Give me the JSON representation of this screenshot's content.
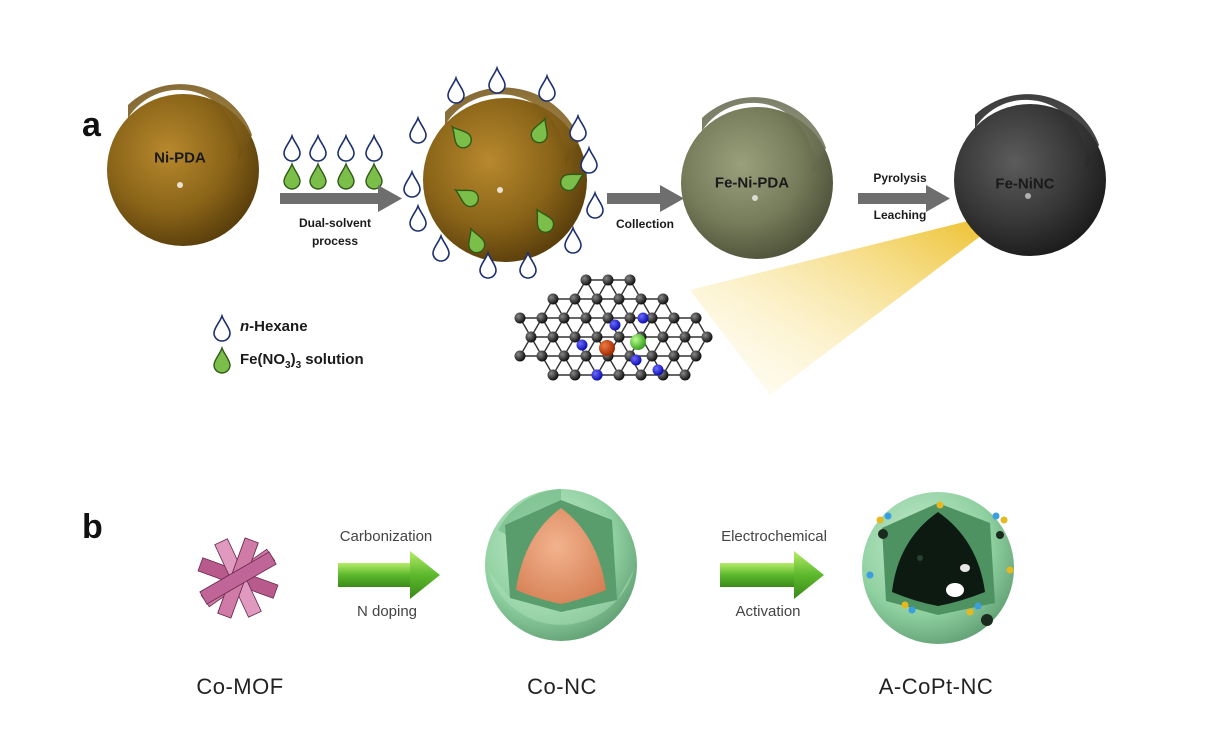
{
  "panel_a": {
    "letter": "a",
    "sphere1_label": "Ni-PDA",
    "step1_line1": "Dual-solvent",
    "step1_line2": "process",
    "step2_label": "Collection",
    "sphere3_label": "Fe-Ni-PDA",
    "step3_line1": "Pyrolysis",
    "step3_line2": "Leaching",
    "sphere4_label": "Fe-NiNC",
    "legend": {
      "hexane_italic": "n",
      "hexane_rest": "-Hexane",
      "fe_prefix": "Fe(NO",
      "fe_sub1": "3",
      "fe_mid": ")",
      "fe_sub2": "3",
      "fe_suffix": " solution"
    }
  },
  "panel_b": {
    "letter": "b",
    "step1_top": "Carbonization",
    "step1_bottom": "N doping",
    "step2_top": "Electrochemical",
    "step2_bottom": "Activation",
    "name1": "Co-MOF",
    "name2": "Co-NC",
    "name3": "A-CoPt-NC"
  },
  "colors": {
    "ni_pda": "#8a6418",
    "fe_ni_pda": "#7c8060",
    "fe_ninc": "#3a3a3a",
    "green_drop": "#7bbf4a",
    "green_arrow": "#5cb82c",
    "gray_arrow": "#6e6e6e",
    "shell_green": "#8fd0a0",
    "core_orange": "#e4956a",
    "mof_pink": "#d07aa8"
  }
}
